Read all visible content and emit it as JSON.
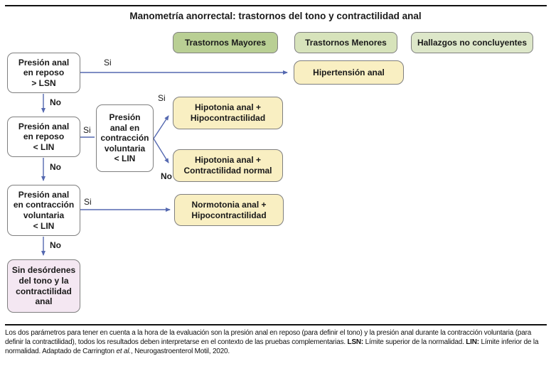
{
  "title": "Manometría anorrectal: trastornos del tono y contractilidad anal",
  "legend": {
    "mayores": {
      "label": "Trastornos Mayores",
      "color": "#b9cf94"
    },
    "menores": {
      "label": "Trastornos Menores",
      "color": "#d7e3bb"
    },
    "no_concluyentes": {
      "label": "Hallazgos no concluyentes",
      "color": "#dde7c9"
    }
  },
  "nodes": {
    "reposo_lsn": "Presión anal\nen reposo\n> LSN",
    "reposo_lin": "Presión anal\nen reposo\n< LIN",
    "contraccion_lin": "Presión anal\nen contracción\nvoluntaria\n< LIN",
    "contraccion_mid": "Presión\nanal en\ncontracción\nvoluntaria\n< LIN",
    "sin_desordenes": "Sin desórdenes\ndel tono y la\ncontractilidad\nanal"
  },
  "outcomes": {
    "hipertension": "Hipertensión anal",
    "hipotonia_hipocontractilidad": "Hipotonia anal +\nHipocontractilidad",
    "hipotonia_contractilidad_normal": "Hipotonia anal +\nContractilidad normal",
    "normotonia_hipocontractilidad": "Normotonia anal +\nHipocontractilidad"
  },
  "labels": {
    "si": "Si",
    "no": "No"
  },
  "colors": {
    "outcome_fill": "#f9efc2",
    "final_fill": "#f4e7f2",
    "node_border": "#7f7f7f",
    "arrow": "#5569b0",
    "rule": "#111111"
  },
  "footer": {
    "body": "Los dos parámetros para tener en cuenta a la hora de la evaluación son la presión anal en reposo (para definir el tono) y la presión anal durante la contracción voluntaria (para definir la contractilidad), todos los resultados deben interpretarse en el contexto de las pruebas complementarias. ",
    "lsn_label": "LSN:",
    "lsn_text": " Límite superior de la normalidad. ",
    "lin_label": "LIN:",
    "lin_text": " Límite inferior de la normalidad. Adaptado de Carrington ",
    "et_al": "et al.",
    "tail": ", Neurogastroenterol Motil, 2020."
  }
}
